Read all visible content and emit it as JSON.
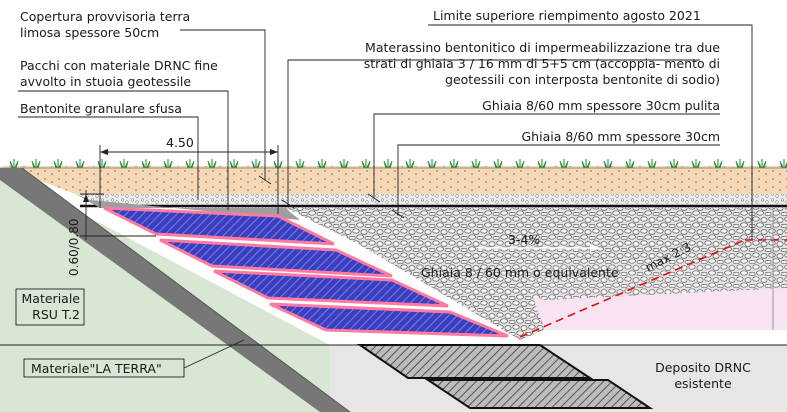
{
  "labels": {
    "copertura_line1": "Copertura provvisoria terra",
    "copertura_line2": "limosa spessore 50cm",
    "pacchi_line1": "Pacchi con materiale DRNC fine",
    "pacchi_line2": "avvolto in stuoia geotessile",
    "bentonite": "Bentonite granulare sfusa",
    "limite": "Limite superiore riempimento agosto 2021",
    "materassino_line1": "Materassino bentonitico di impermeabilizzazione  tra due",
    "materassino_line2": "strati di ghiaia 3 / 16 mm di 5+5 cm (accoppia- mento di",
    "materassino_line3": "geotessili con interposta bentonite di sodio)",
    "ghiaia_pulita": "Ghiaia 8/60 mm spessore 30cm pulita",
    "ghiaia_30": "Ghiaia 8/60 mm spessore 30cm",
    "ghiaia_equiv": "Ghiaia 8 / 60 mm o equivalente",
    "slope": "3-4%",
    "max_slope": "max 2:3",
    "dim_width": "4.50",
    "dim_height": "0.60/0.80",
    "rsu_line1": "Materiale",
    "rsu_line2": "RSU T.2",
    "la_terra": "Materiale\"LA TERRA\"",
    "deposito_line1": "Deposito DRNC",
    "deposito_line2": "esistente"
  },
  "colors": {
    "topsoil": "#f6d8b6",
    "green_fill": "#d7e7d4",
    "pink_fill": "#f8e3f3",
    "grass": "#2f8f3a",
    "package_blue": "#3b3fbf",
    "package_outline": "#ff7aa0",
    "gravel_bg": "#e2e2e2",
    "red_dash": "#e01010",
    "slope_gray": "#777777"
  }
}
